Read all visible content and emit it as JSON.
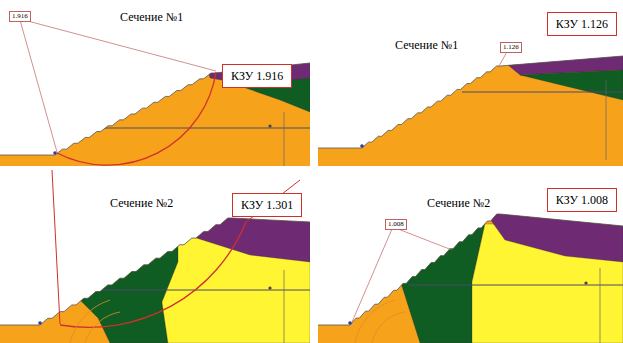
{
  "diagram": {
    "nodes": [
      {
        "text": [
          "1.916"
        ]
      },
      {
        "text": [
          "КЗУ 1.916"
        ]
      },
      {
        "text": [
          "1.126"
        ]
      },
      {
        "text": [
          "КЗУ 1.126"
        ]
      },
      {
        "text": [
          "КЗУ 1.301"
        ]
      },
      {
        "text": [
          "1.008"
        ]
      },
      {
        "text": [
          "КЗУ 1.008"
        ]
      }
    ],
    "labels": [
      "Сечение №1",
      "Сечение №1",
      "Сечение №2",
      "Сечение №2"
    ]
  }
}
